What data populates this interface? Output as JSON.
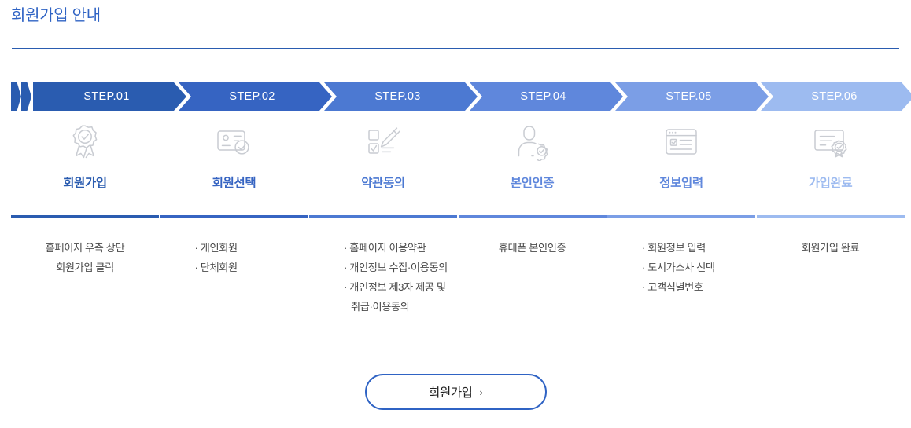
{
  "page": {
    "title": "회원가입 안내",
    "title_color": "#2f63c4",
    "rule_color": "#2a5cb0",
    "background": "#ffffff"
  },
  "steps": [
    {
      "badge": "STEP.01",
      "name": "회원가입",
      "icon": "award-ribbon-check-icon",
      "color": "#2a5cb0",
      "label_color": "#2a5cb0",
      "desc_style": "centered",
      "desc_lines": [
        "홈페이지 우측 상단",
        "회원가입 클릭"
      ]
    },
    {
      "badge": "STEP.02",
      "name": "회원선택",
      "icon": "id-card-check-icon",
      "color": "#3664c2",
      "label_color": "#3664c2",
      "desc_style": "bulleted",
      "desc_lines": [
        "· 개인회원",
        "· 단체회원"
      ]
    },
    {
      "badge": "STEP.03",
      "name": "약관동의",
      "icon": "checklist-pen-icon",
      "color": "#4c79d2",
      "label_color": "#4c79d2",
      "desc_style": "bulleted",
      "desc_lines": [
        "· 홈페이지 이용약관",
        "· 개인정보 수집·이용동의",
        "· 개인정보 제3자 제공 및",
        "취급·이용동의"
      ]
    },
    {
      "badge": "STEP.04",
      "name": "본인인증",
      "icon": "person-verified-icon",
      "color": "#5f87dc",
      "label_color": "#5f87dc",
      "desc_style": "centered",
      "desc_lines": [
        "휴대폰 본인인증"
      ]
    },
    {
      "badge": "STEP.05",
      "name": "정보입력",
      "icon": "form-window-icon",
      "color": "#7b9ee6",
      "label_color": "#5f87dc",
      "desc_style": "bulleted",
      "desc_lines": [
        "· 회원정보 입력",
        "· 도시가스사 선택",
        "· 고객식별번호"
      ]
    },
    {
      "badge": "STEP.06",
      "name": "가입완료",
      "icon": "certificate-seal-icon",
      "color": "#9dbbf0",
      "label_color": "#9dbbf0",
      "desc_style": "centered",
      "desc_lines": [
        "회원가입 완료"
      ]
    }
  ],
  "cta": {
    "label": "회원가입",
    "chevron": "›",
    "border_color": "#2f63c4"
  }
}
